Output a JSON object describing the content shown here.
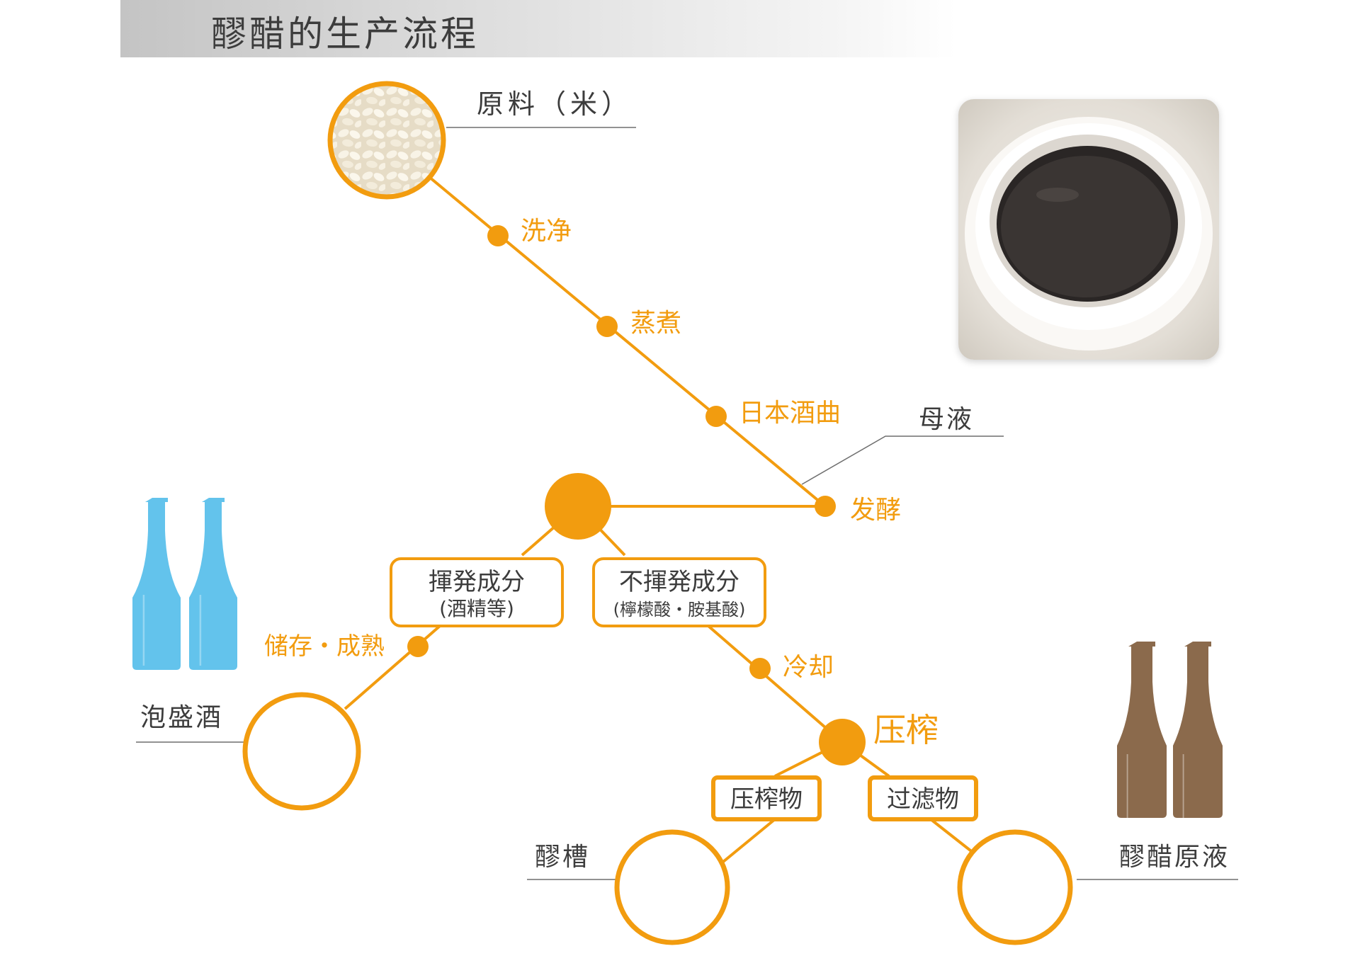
{
  "title": "醪醋的生产流程",
  "colors": {
    "accent": "#f29c0f",
    "dark_text": "#3c3c3c",
    "rule_line": "#6e6e6e",
    "blue_bottle": "#63c3ec",
    "brown_bottle": "#8b6a4c"
  },
  "nodes": {
    "raw_material": "原料（米）",
    "mother_liquor": "母液",
    "awamori": "泡盛酒",
    "kasu": "醪槽",
    "vinegar_raw": "醪醋原液"
  },
  "steps": {
    "wash": "洗净",
    "steam": "蒸煮",
    "koji": "日本酒曲",
    "ferment": "发酵",
    "storage": "储存・成熟",
    "cool": "冷却",
    "press": "压榨"
  },
  "boxes": {
    "volatile_main": "揮発成分",
    "volatile_sub": "(酒精等)",
    "nonvolatile_main": "不揮発成分",
    "nonvolatile_sub": "(檸檬酸・胺基酸)",
    "press_cake": "压榨物",
    "filtrate": "过滤物"
  },
  "icons": [
    "rice-photo",
    "vinegar-cup-photo",
    "blue-bottle-icon",
    "brown-bottle-icon"
  ]
}
